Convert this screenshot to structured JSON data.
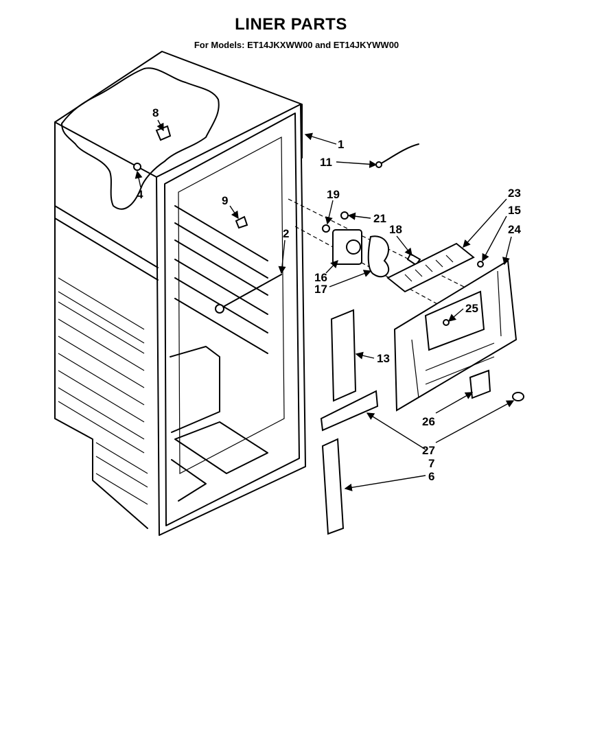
{
  "title": "LINER PARTS",
  "subtitle": "For Models: ET14JKXWW00 and ET14JKYWW00",
  "callouts": {
    "c1": "1",
    "c2": "2",
    "c4": "4",
    "c6": "6",
    "c7": "7",
    "c8": "8",
    "c9": "9",
    "c11": "11",
    "c13": "13",
    "c15": "15",
    "c16": "16",
    "c17": "17",
    "c18": "18",
    "c19": "19",
    "c21": "21",
    "c23": "23",
    "c24": "24",
    "c25": "25",
    "c26": "26",
    "c27": "27"
  }
}
